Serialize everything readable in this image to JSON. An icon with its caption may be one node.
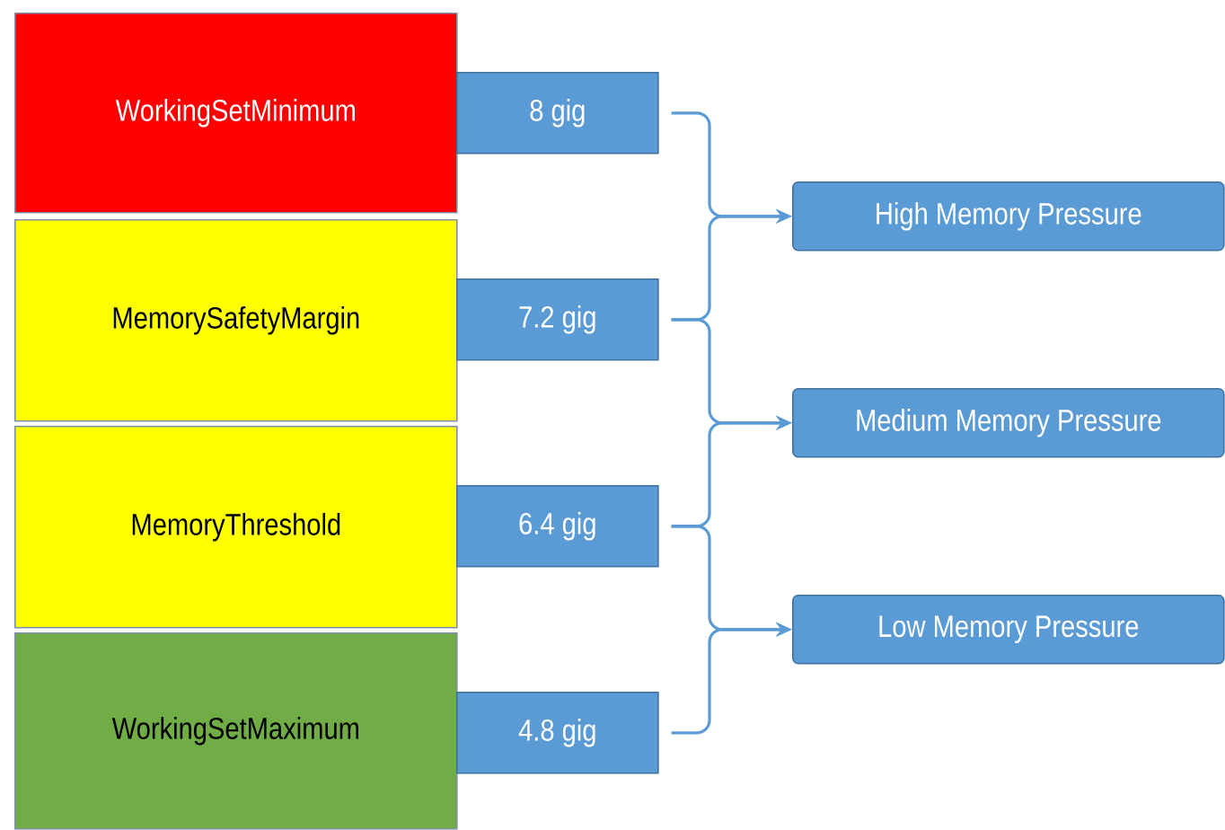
{
  "diagram": {
    "nodes": [
      {
        "text": [
          "WorkingSetMinimum"
        ]
      },
      {
        "text": [
          "MemorySafetyMargin"
        ]
      },
      {
        "text": [
          "MemoryThreshold"
        ]
      },
      {
        "text": [
          "WorkingSetMaximum"
        ]
      },
      {
        "text": [
          "8 gig"
        ]
      },
      {
        "text": [
          "7.2 gig"
        ]
      },
      {
        "text": [
          "6.4 gig"
        ]
      },
      {
        "text": [
          "4.8 gig"
        ]
      },
      {
        "text": [
          "High Memory Pressure"
        ]
      },
      {
        "text": [
          "Medium Memory Pressure"
        ]
      },
      {
        "text": [
          "Low Memory Pressure"
        ]
      }
    ],
    "edges": [
      {
        "from": 4,
        "to": 8,
        "arrow": "to"
      },
      {
        "from": 5,
        "to": 8,
        "arrow": "to"
      },
      {
        "from": 5,
        "to": 9,
        "arrow": "to"
      },
      {
        "from": 6,
        "to": 9,
        "arrow": "to"
      },
      {
        "from": 6,
        "to": 10,
        "arrow": "to"
      },
      {
        "from": 7,
        "to": 10,
        "arrow": "to"
      }
    ]
  }
}
